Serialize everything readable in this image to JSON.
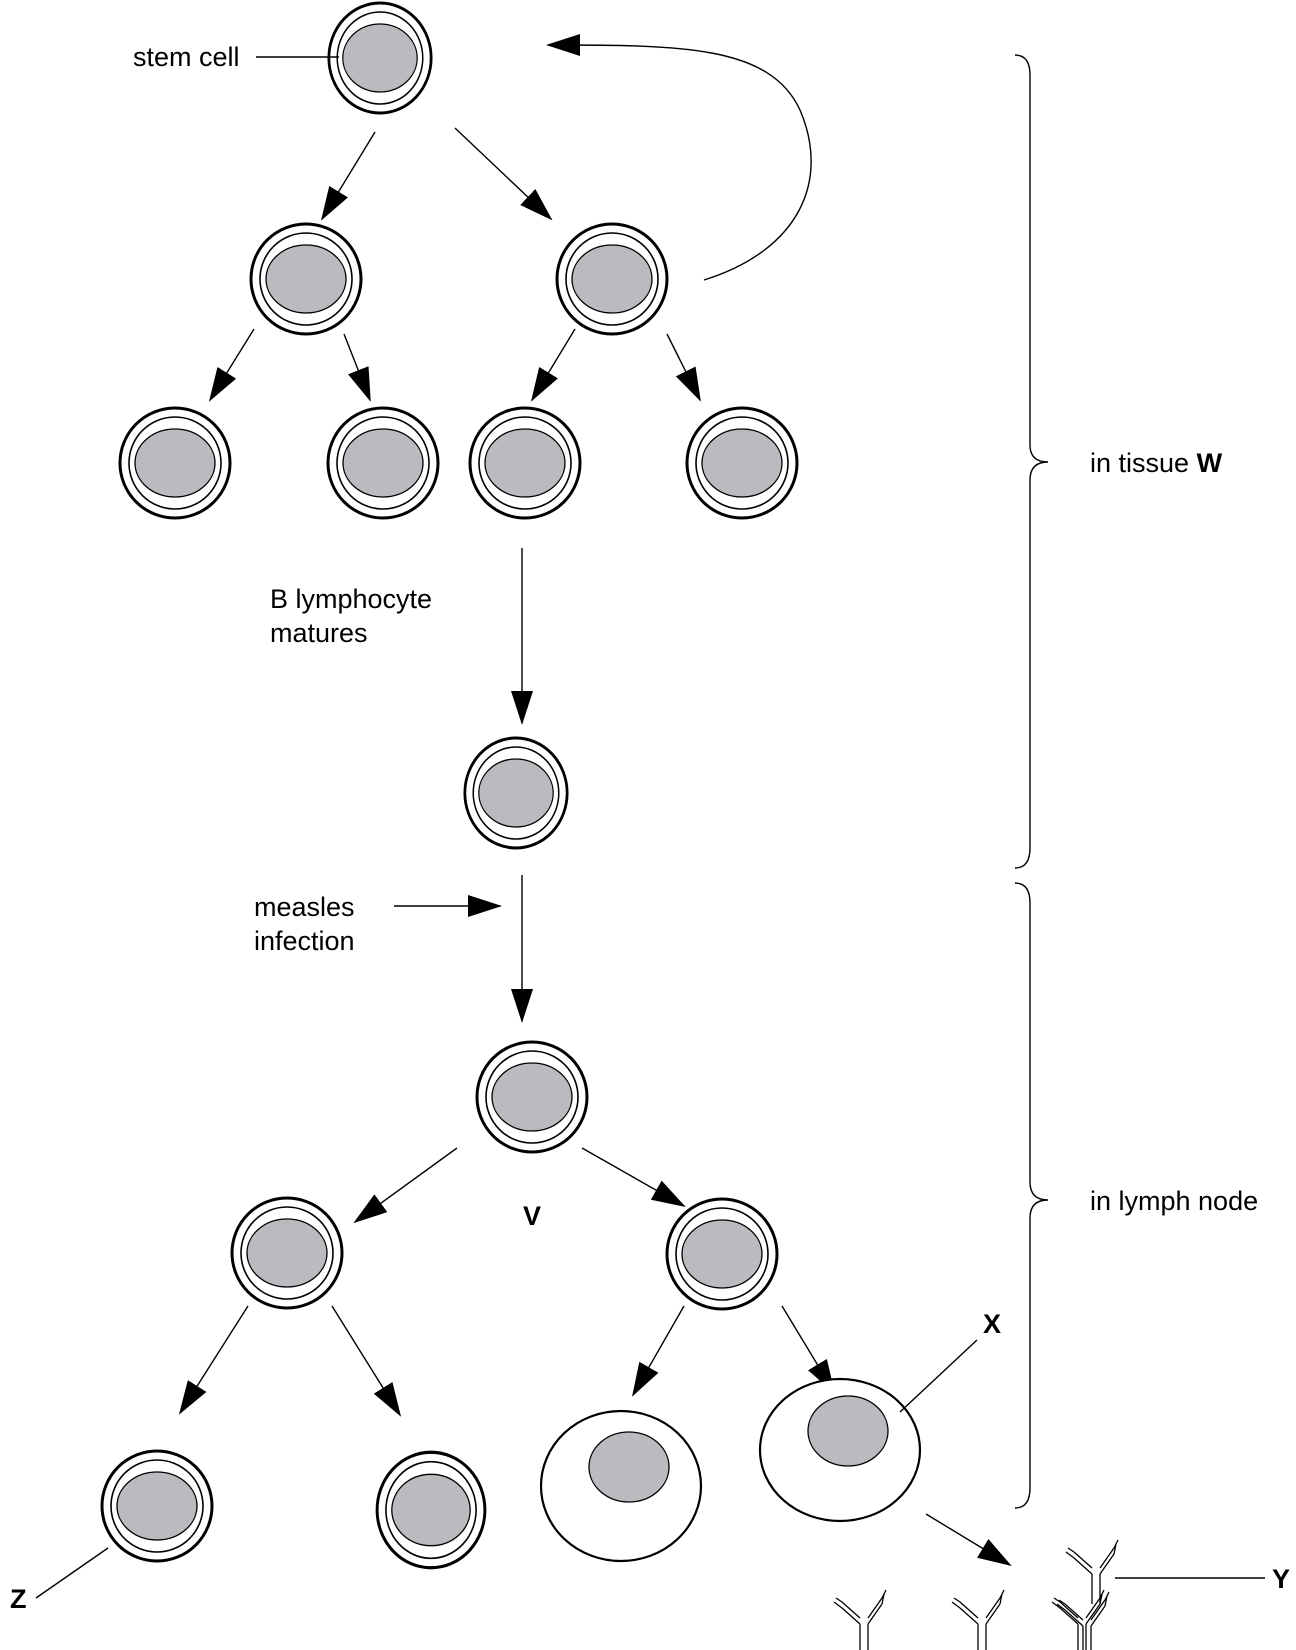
{
  "labels": {
    "stem_cell": "stem cell",
    "b_matures_1": "B lymphocyte",
    "b_matures_2": "matures",
    "measles_1": "measles",
    "measles_2": "infection",
    "tissue_prefix": "in tissue ",
    "tissue_letter": "W",
    "lymph_node": "in lymph node",
    "V": "V",
    "X": "X",
    "Y": "Y",
    "Z": "Z"
  },
  "colors": {
    "nucleus": "#b9bbbe",
    "line": "#000000"
  }
}
